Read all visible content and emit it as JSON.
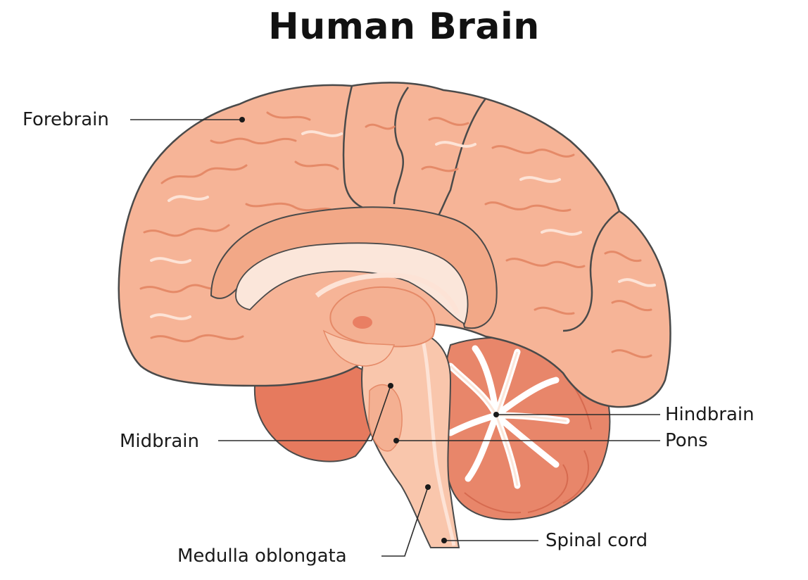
{
  "title": "Human Brain",
  "labels": {
    "forebrain": "Forebrain",
    "midbrain": "Midbrain",
    "medulla": "Medulla oblongata",
    "hindbrain": "Hindbrain",
    "pons": "Pons",
    "spinal_cord": "Spinal cord"
  },
  "colors": {
    "cerebrum": "#F6B497",
    "cerebrum_highlight": "#FDE3D6",
    "sulcus": "#E58A68",
    "outline": "#4a4a4a",
    "cerebellum": "#E8866A",
    "arbor_vitae": "#FFFFFF",
    "brainstem": "#F9C6AC",
    "corpus_callosum": "#FBE6DA",
    "deep_structure": "#E97F63"
  }
}
